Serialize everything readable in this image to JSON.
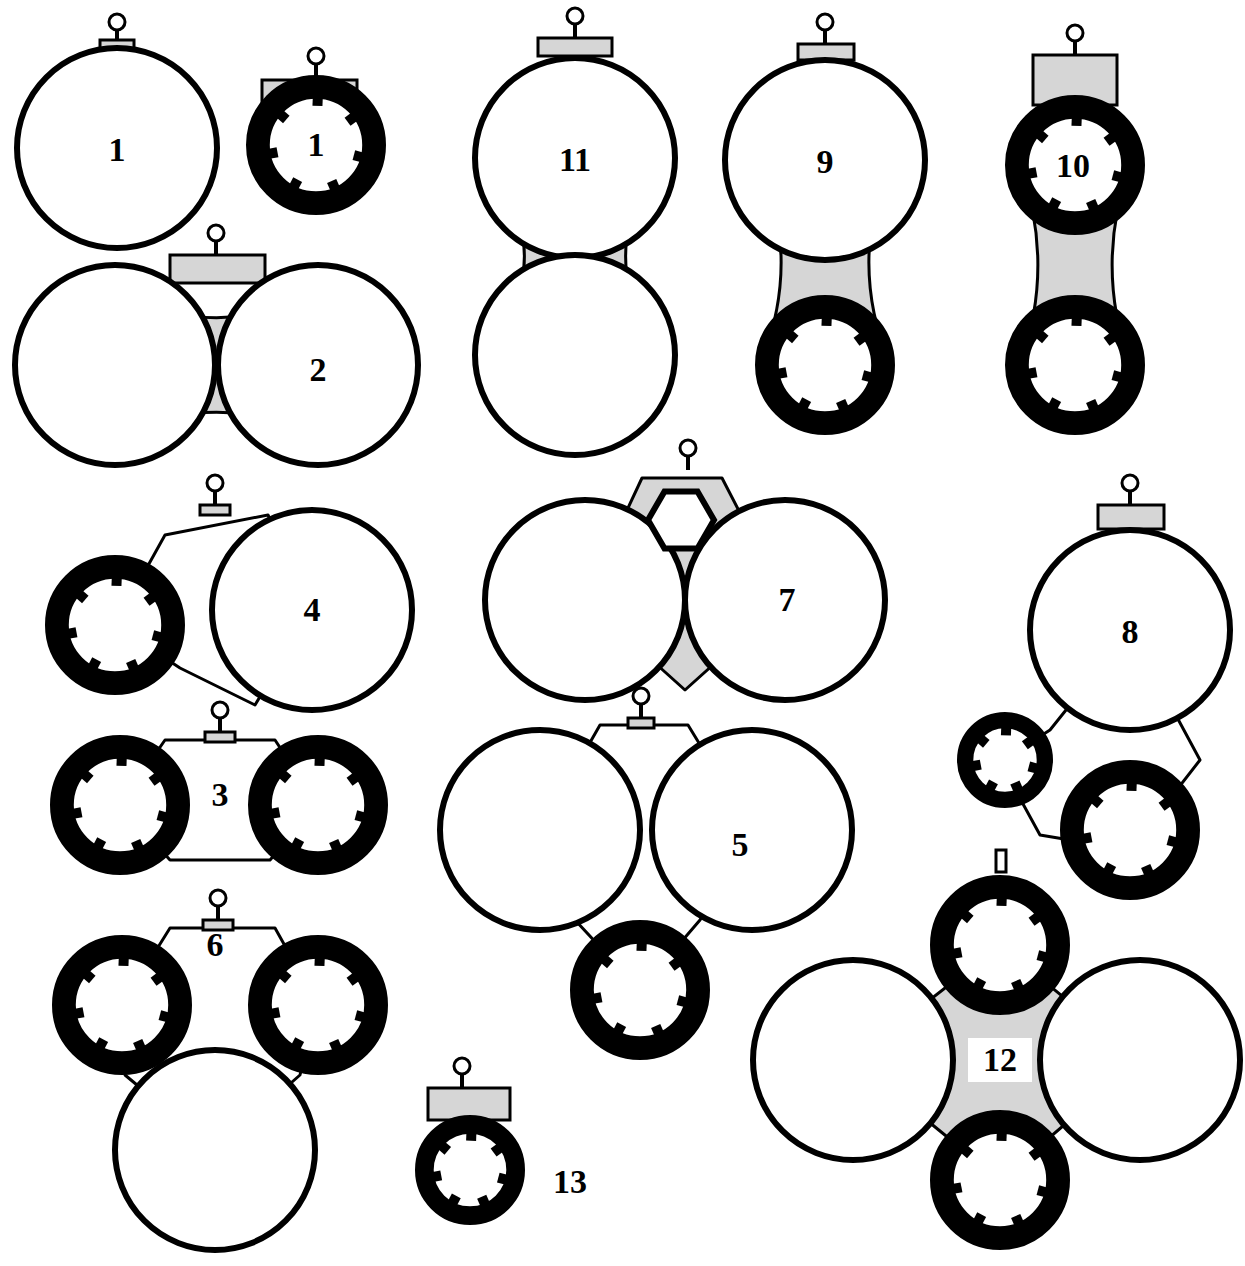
{
  "diagram": {
    "labels": [
      "1",
      "1",
      "11",
      "9",
      "10",
      "2",
      "4",
      "7",
      "8",
      "3",
      "5",
      "6",
      "12",
      "13"
    ]
  }
}
